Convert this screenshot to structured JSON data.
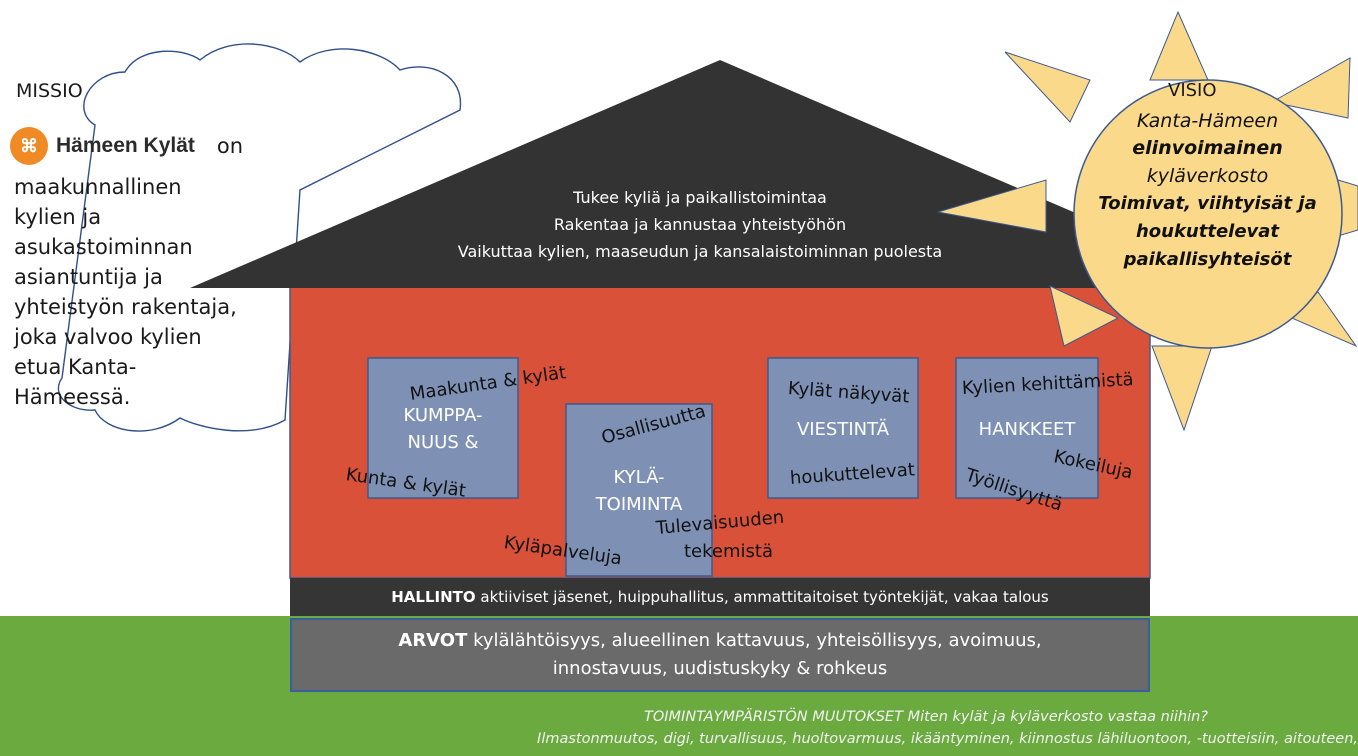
{
  "mission": {
    "label": "MISSIO",
    "logo_text": "Hämeen Kylät",
    "logo_suffix": "on",
    "lines": [
      "maakunnallinen",
      "kylien ja",
      "asukastoiminnan",
      "asiantuntija ja",
      "yhteistyön rakentaja,",
      "joka valvoo kylien",
      "etua Kanta-",
      "Hämeessä."
    ]
  },
  "roof": {
    "lines": [
      "Tukee kyliä ja paikallistoimintaa",
      "Rakentaa ja kannustaa yhteistyöhön",
      "Vaikuttaa kylien, maaseudun ja kansalaistoiminnan puolesta"
    ]
  },
  "windows": {
    "kumppanuus": {
      "title_1": "KUMPPA-",
      "title_2": "NUUS &",
      "word_top": "Maakunta & kylät",
      "word_bottom": "Kunta & kylät"
    },
    "kylatoiminta": {
      "title_1": "KYLÄ-",
      "title_2": "TOIMINTA",
      "word_top": "Osallisuutta",
      "word_left": "Kyläpalveluja",
      "word_right_1": "Tulevaisuuden",
      "word_right_2": "tekemistä"
    },
    "viestinta": {
      "title": "VIESTINTÄ",
      "word_top": "Kylät näkyvät",
      "word_bottom": "houkuttelevat"
    },
    "hankkeet": {
      "title": "HANKKEET",
      "word_top": "Kylien kehittämistä",
      "word_right": "Kokeiluja",
      "word_bottom": "Työllisyyttä"
    }
  },
  "hallinto": {
    "bold": "HALLINTO",
    "text": " aktiiviset jäsenet, huippuhallitus, ammattitaitoiset työntekijät, vakaa talous"
  },
  "arvot": {
    "bold": "ARVOT",
    "text": " kylälähtöisyys, alueellinen kattavuus, yhteisöllisyys, avoimuus,",
    "line2": "innostavuus, uudistuskyky & rohkeus"
  },
  "environment": {
    "line1": "TOIMINTAYMPÄRISTÖN MUUTOKSET Miten kylät ja kyläverkosto vastaa niihin?",
    "line2": "Ilmastonmuutos, digi, turvallisuus, huoltovarmuus, ikääntyminen, kiinnostus lähiluontoon, -tuotteisiin, aitouteen,"
  },
  "vision": {
    "label": "VISIO",
    "line1": "Kanta-Hämeen",
    "line2": "elinvoimainen",
    "line3": "kyläverkosto",
    "line4": "Toimivat, viihtyisät ja",
    "line5": "houkuttelevat",
    "line6": "paikallisyhteisöt"
  },
  "colors": {
    "roof": "#333333",
    "house": "#d95139",
    "window": "#7e91b5",
    "window_border": "#3d5a8f",
    "grass": "#6aaa3f",
    "sun": "#fbd98a",
    "hallinto": "#353535",
    "arvot": "#6a6a6a"
  }
}
